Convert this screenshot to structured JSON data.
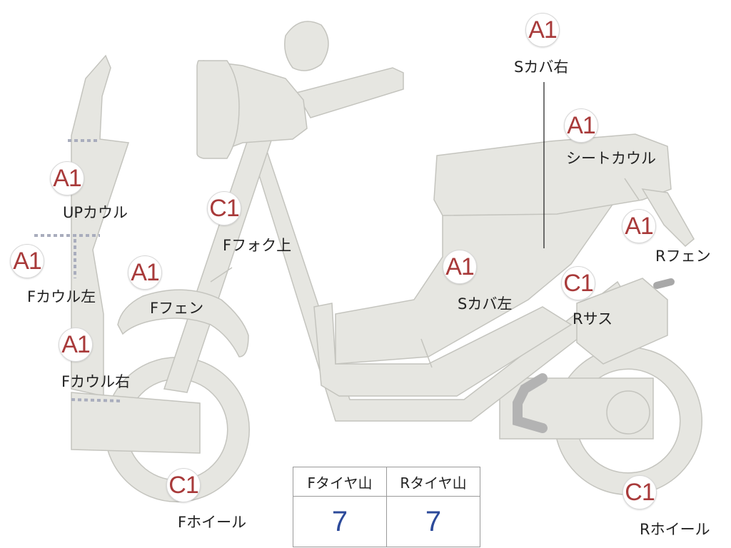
{
  "colors": {
    "part_fill": "#e6e6e1",
    "part_stroke": "#c4c4be",
    "grade_text": "#a83a3a",
    "value_text": "#2c4a9a",
    "seam_dash": "#a9adbd",
    "grip": "#b3b3b3"
  },
  "parts": [
    {
      "id": "s-cover-right",
      "grade": "A1",
      "label": "Sカバ右"
    },
    {
      "id": "seat-cowl",
      "grade": "A1",
      "label": "シートカウル"
    },
    {
      "id": "up-cowl",
      "grade": "A1",
      "label": "UPカウル"
    },
    {
      "id": "f-fork-upper",
      "grade": "C1",
      "label": "Fフォク上"
    },
    {
      "id": "r-fender",
      "grade": "A1",
      "label": "Rフェン"
    },
    {
      "id": "f-cowl-left",
      "grade": "A1",
      "label": "Fカウル左"
    },
    {
      "id": "f-fender",
      "grade": "A1",
      "label": "Fフェン"
    },
    {
      "id": "s-cover-left",
      "grade": "A1",
      "label": "Sカバ左"
    },
    {
      "id": "r-suspension",
      "grade": "C1",
      "label": "Rサス"
    },
    {
      "id": "f-cowl-right",
      "grade": "A1",
      "label": "Fカウル右"
    },
    {
      "id": "f-wheel",
      "grade": "C1",
      "label": "Fホイール"
    },
    {
      "id": "r-wheel",
      "grade": "C1",
      "label": "Rホイール"
    }
  ],
  "tire_table": {
    "headers": [
      "Fタイヤ山",
      "Rタイヤ山"
    ],
    "values": [
      "7",
      "7"
    ]
  }
}
